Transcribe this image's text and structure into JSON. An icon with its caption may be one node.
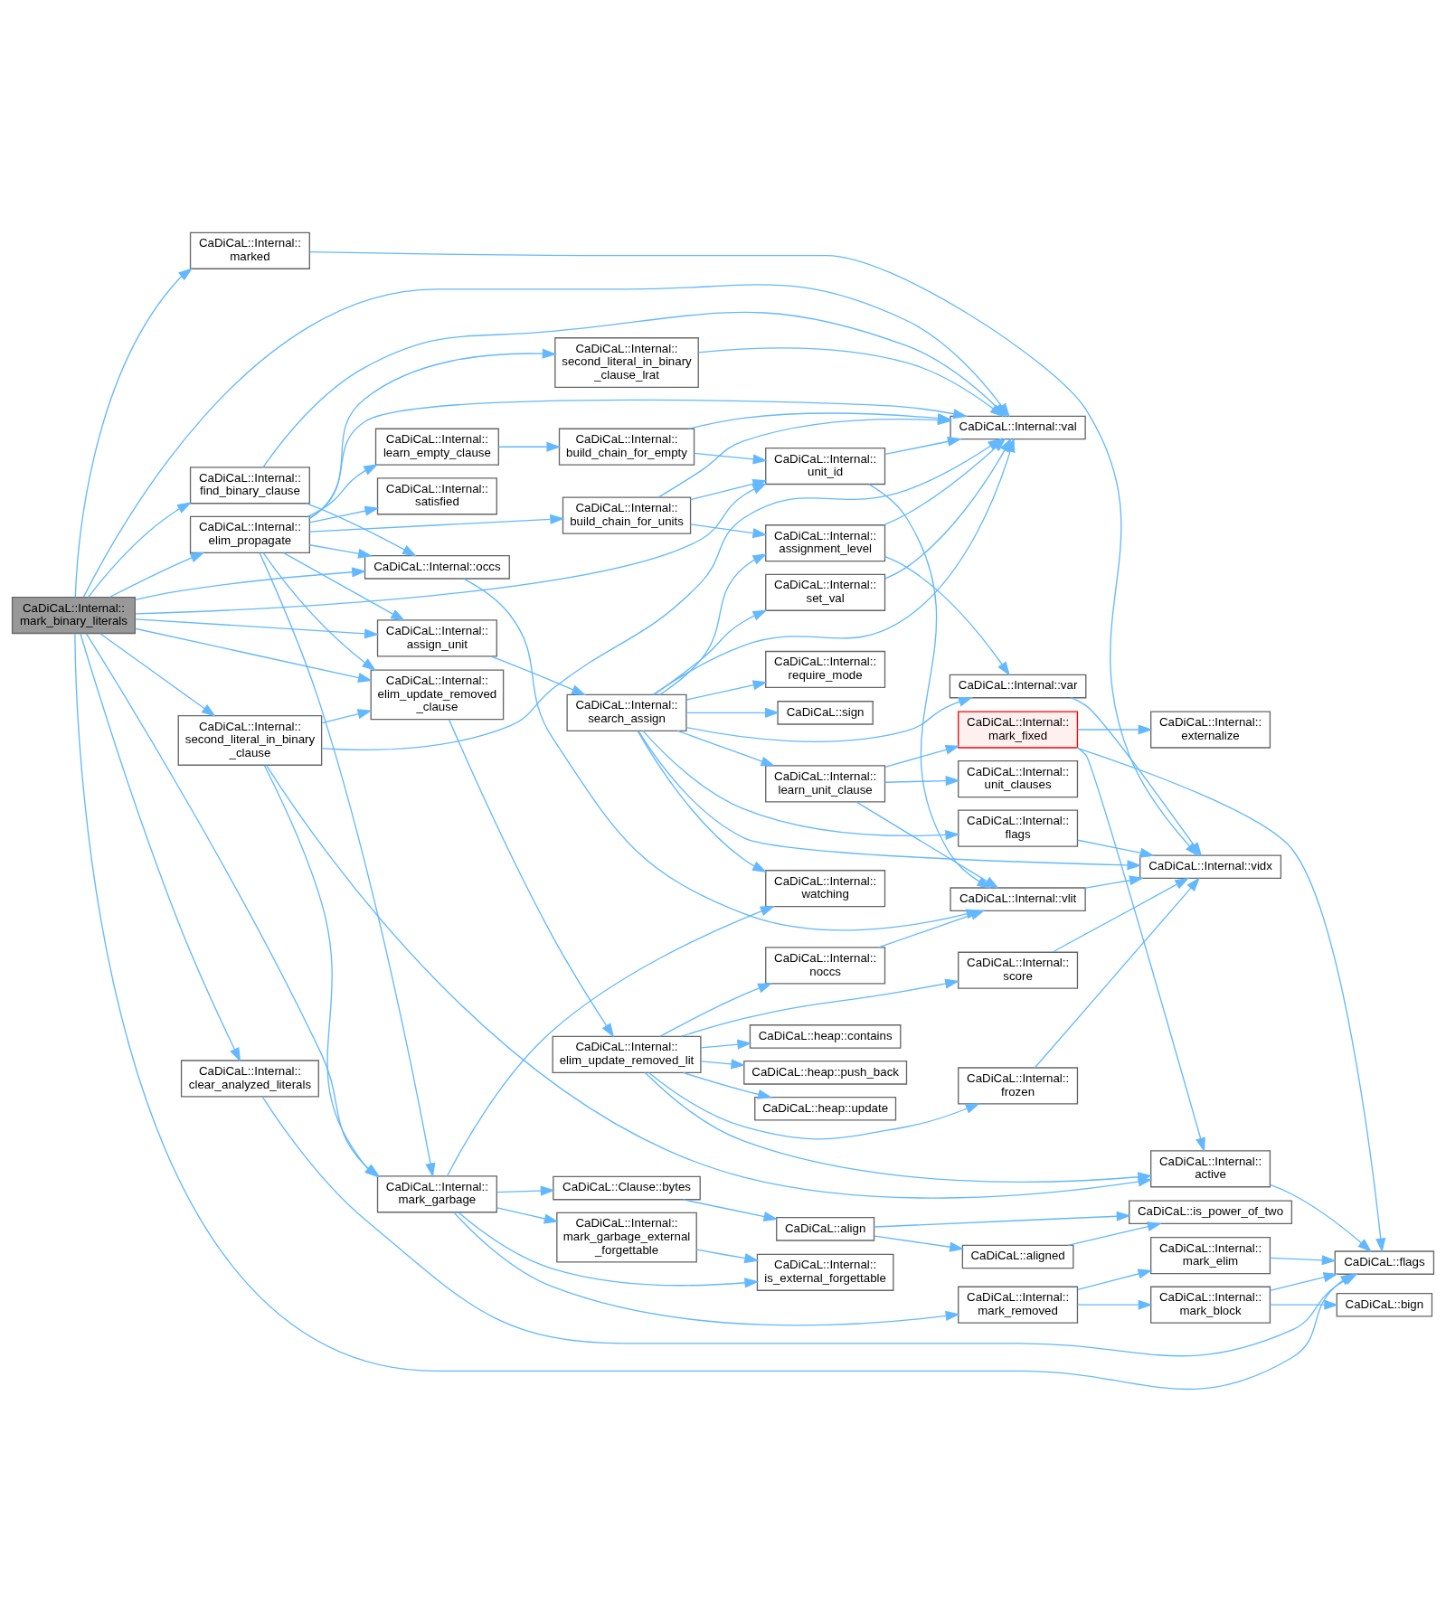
{
  "diagram": {
    "nodes": [
      {
        "text": [
          "CaDiCaL::Internal:: mark_binary_literals"
        ]
      },
      {
        "text": [
          "CaDiCaL::Internal:: marked"
        ]
      },
      {
        "text": [
          "CaDiCaL::Internal:: assign_unit"
        ]
      },
      {
        "text": [
          "CaDiCaL::Internal:: find_binary_clause"
        ]
      },
      {
        "text": [
          "CaDiCaL::Internal:: elim_propagate"
        ]
      },
      {
        "text": [
          "CaDiCaL::Internal:: second_literal_in_binary _clause"
        ]
      },
      {
        "text": [
          "CaDiCaL::Internal:: clear_analyzed_literals"
        ]
      },
      {
        "text": [
          "CaDiCaL::Internal:: search_assign"
        ]
      },
      {
        "text": [
          "CaDiCaL::Internal:: second_literal_in_binary _clause_lrat"
        ]
      },
      {
        "text": [
          "CaDiCaL::Internal:: satisfied"
        ]
      },
      {
        "text": [
          "CaDiCaL::Internal:: build_chain_for_units"
        ]
      },
      {
        "text": [
          "CaDiCaL::Internal:: learn_empty_clause"
        ]
      },
      {
        "text": [
          "CaDiCaL::Internal:: build_chain_for_empty"
        ]
      },
      {
        "text": [
          "CaDiCaL::Internal::occs"
        ]
      },
      {
        "text": [
          "CaDiCaL::Internal:: mark_garbage"
        ]
      },
      {
        "text": [
          "CaDiCaL::Internal:: elim_update_removed _clause"
        ]
      },
      {
        "text": [
          "CaDiCaL::Internal:: mark_garbage_external _forgettable"
        ]
      },
      {
        "text": [
          "CaDiCaL::Internal:: elim_update_removed_lit"
        ]
      },
      {
        "text": [
          "CaDiCaL::Clause::bytes"
        ]
      },
      {
        "text": [
          "CaDiCaL::Internal:: flags"
        ]
      },
      {
        "text": [
          "CaDiCaL::Internal:: require_mode"
        ]
      },
      {
        "text": [
          "CaDiCaL::sign"
        ]
      },
      {
        "text": [
          "CaDiCaL::Internal:: assignment_level"
        ]
      },
      {
        "text": [
          "CaDiCaL::Internal:: set_val"
        ]
      },
      {
        "text": [
          "CaDiCaL::Internal:: learn_unit_clause"
        ]
      },
      {
        "text": [
          "CaDiCaL::Internal:: watching"
        ]
      },
      {
        "text": [
          "CaDiCaL::Internal:: unit_id"
        ]
      },
      {
        "text": [
          "CaDiCaL::Internal:: is_external_forgettable"
        ]
      },
      {
        "text": [
          "CaDiCaL::Internal:: noccs"
        ]
      },
      {
        "text": [
          "CaDiCaL::heap::update"
        ]
      },
      {
        "text": [
          "CaDiCaL::heap::contains"
        ]
      },
      {
        "text": [
          "CaDiCaL::heap::push_back"
        ]
      },
      {
        "text": [
          "CaDiCaL::align"
        ]
      },
      {
        "text": [
          "CaDiCaL::Internal::var"
        ]
      },
      {
        "text": [
          "CaDiCaL::Internal::val"
        ]
      },
      {
        "text": [
          "CaDiCaL::Internal:: unit_clauses"
        ]
      },
      {
        "text": [
          "CaDiCaL::Internal::vlit"
        ]
      },
      {
        "text": [
          "CaDiCaL::Internal:: frozen"
        ]
      },
      {
        "text": [
          "CaDiCaL::Internal:: score"
        ]
      },
      {
        "text": [
          "CaDiCaL::Internal:: mark_removed"
        ]
      },
      {
        "text": [
          "CaDiCaL::Internal:: mark_fixed"
        ]
      },
      {
        "text": [
          "CaDiCaL::aligned"
        ]
      },
      {
        "text": [
          "CaDiCaL::Internal::vidx"
        ]
      },
      {
        "text": [
          "CaDiCaL::Internal:: mark_block"
        ]
      },
      {
        "text": [
          "CaDiCaL::Internal:: mark_elim"
        ]
      },
      {
        "text": [
          "CaDiCaL::Internal:: externalize"
        ]
      },
      {
        "text": [
          "CaDiCaL::Internal:: active"
        ]
      },
      {
        "text": [
          "CaDiCaL::is_power_of_two"
        ]
      },
      {
        "text": [
          "CaDiCaL::bign"
        ]
      },
      {
        "text": [
          "CaDiCaL::flags"
        ]
      }
    ],
    "edges": [
      {
        "from": 0,
        "to": 1,
        "arrow": "to"
      },
      {
        "from": 0,
        "to": 2,
        "arrow": "to"
      },
      {
        "from": 0,
        "to": 34,
        "arrow": "to"
      },
      {
        "from": 0,
        "to": 3,
        "arrow": "to"
      },
      {
        "from": 0,
        "to": 4,
        "arrow": "to"
      },
      {
        "from": 0,
        "to": 26,
        "arrow": "to"
      },
      {
        "from": 0,
        "to": 13,
        "arrow": "to"
      },
      {
        "from": 0,
        "to": 14,
        "arrow": "to"
      },
      {
        "from": 0,
        "to": 5,
        "arrow": "to"
      },
      {
        "from": 0,
        "to": 15,
        "arrow": "to"
      },
      {
        "from": 0,
        "to": 49,
        "arrow": "to"
      },
      {
        "from": 0,
        "to": 6,
        "arrow": "to"
      },
      {
        "from": 1,
        "to": 42,
        "arrow": "to"
      },
      {
        "from": 2,
        "to": 7,
        "arrow": "to"
      },
      {
        "from": 3,
        "to": 34,
        "arrow": "to"
      },
      {
        "from": 3,
        "to": 13,
        "arrow": "to"
      },
      {
        "from": 4,
        "to": 2,
        "arrow": "to"
      },
      {
        "from": 4,
        "to": 8,
        "arrow": "to"
      },
      {
        "from": 4,
        "to": 9,
        "arrow": "to"
      },
      {
        "from": 4,
        "to": 34,
        "arrow": "to"
      },
      {
        "from": 4,
        "to": 10,
        "arrow": "to"
      },
      {
        "from": 4,
        "to": 11,
        "arrow": "to"
      },
      {
        "from": 4,
        "to": 13,
        "arrow": "to"
      },
      {
        "from": 4,
        "to": 14,
        "arrow": "to"
      },
      {
        "from": 4,
        "to": 15,
        "arrow": "to"
      },
      {
        "from": 5,
        "to": 34,
        "arrow": "to"
      },
      {
        "from": 5,
        "to": 14,
        "arrow": "to"
      },
      {
        "from": 5,
        "to": 15,
        "arrow": "to"
      },
      {
        "from": 5,
        "to": 46,
        "arrow": "to"
      },
      {
        "from": 6,
        "to": 49,
        "arrow": "to"
      },
      {
        "from": 7,
        "to": 19,
        "arrow": "to"
      },
      {
        "from": 7,
        "to": 20,
        "arrow": "to"
      },
      {
        "from": 7,
        "to": 42,
        "arrow": "to"
      },
      {
        "from": 7,
        "to": 21,
        "arrow": "to"
      },
      {
        "from": 7,
        "to": 33,
        "arrow": "to"
      },
      {
        "from": 7,
        "to": 22,
        "arrow": "to"
      },
      {
        "from": 7,
        "to": 23,
        "arrow": "to"
      },
      {
        "from": 7,
        "to": 34,
        "arrow": "to"
      },
      {
        "from": 7,
        "to": 24,
        "arrow": "to"
      },
      {
        "from": 7,
        "to": 25,
        "arrow": "to"
      },
      {
        "from": 8,
        "to": 34,
        "arrow": "to"
      },
      {
        "from": 10,
        "to": 22,
        "arrow": "to"
      },
      {
        "from": 10,
        "to": 34,
        "arrow": "to"
      },
      {
        "from": 10,
        "to": 26,
        "arrow": "to"
      },
      {
        "from": 11,
        "to": 12,
        "arrow": "to"
      },
      {
        "from": 12,
        "to": 34,
        "arrow": "to"
      },
      {
        "from": 12,
        "to": 26,
        "arrow": "to"
      },
      {
        "from": 13,
        "to": 36,
        "arrow": "to"
      },
      {
        "from": 14,
        "to": 25,
        "arrow": "to"
      },
      {
        "from": 14,
        "to": 16,
        "arrow": "to"
      },
      {
        "from": 14,
        "to": 27,
        "arrow": "to"
      },
      {
        "from": 14,
        "to": 39,
        "arrow": "to"
      },
      {
        "from": 14,
        "to": 18,
        "arrow": "to"
      },
      {
        "from": 15,
        "to": 17,
        "arrow": "to"
      },
      {
        "from": 16,
        "to": 27,
        "arrow": "to"
      },
      {
        "from": 17,
        "to": 28,
        "arrow": "to"
      },
      {
        "from": 17,
        "to": 29,
        "arrow": "to"
      },
      {
        "from": 17,
        "to": 30,
        "arrow": "to"
      },
      {
        "from": 17,
        "to": 31,
        "arrow": "to"
      },
      {
        "from": 17,
        "to": 38,
        "arrow": "to"
      },
      {
        "from": 17,
        "to": 37,
        "arrow": "to"
      },
      {
        "from": 17,
        "to": 46,
        "arrow": "to"
      },
      {
        "from": 18,
        "to": 32,
        "arrow": "to"
      },
      {
        "from": 19,
        "to": 42,
        "arrow": "to"
      },
      {
        "from": 22,
        "to": 33,
        "arrow": "to"
      },
      {
        "from": 22,
        "to": 34,
        "arrow": "to"
      },
      {
        "from": 23,
        "to": 34,
        "arrow": "to"
      },
      {
        "from": 24,
        "to": 35,
        "arrow": "to"
      },
      {
        "from": 24,
        "to": 36,
        "arrow": "to"
      },
      {
        "from": 24,
        "to": 40,
        "arrow": "to"
      },
      {
        "from": 26,
        "to": 34,
        "arrow": "to"
      },
      {
        "from": 26,
        "to": 36,
        "arrow": "to"
      },
      {
        "from": 28,
        "to": 36,
        "arrow": "to"
      },
      {
        "from": 32,
        "to": 41,
        "arrow": "to"
      },
      {
        "from": 32,
        "to": 47,
        "arrow": "to"
      },
      {
        "from": 33,
        "to": 42,
        "arrow": "to"
      },
      {
        "from": 36,
        "to": 42,
        "arrow": "to"
      },
      {
        "from": 37,
        "to": 42,
        "arrow": "to"
      },
      {
        "from": 38,
        "to": 42,
        "arrow": "to"
      },
      {
        "from": 39,
        "to": 43,
        "arrow": "to"
      },
      {
        "from": 39,
        "to": 44,
        "arrow": "to"
      },
      {
        "from": 40,
        "to": 45,
        "arrow": "to"
      },
      {
        "from": 40,
        "to": 49,
        "arrow": "to"
      },
      {
        "from": 40,
        "to": 46,
        "arrow": "to"
      },
      {
        "from": 41,
        "to": 47,
        "arrow": "to"
      },
      {
        "from": 43,
        "to": 48,
        "arrow": "to"
      },
      {
        "from": 43,
        "to": 49,
        "arrow": "to"
      },
      {
        "from": 44,
        "to": 49,
        "arrow": "to"
      },
      {
        "from": 46,
        "to": 49,
        "arrow": "to"
      }
    ]
  }
}
